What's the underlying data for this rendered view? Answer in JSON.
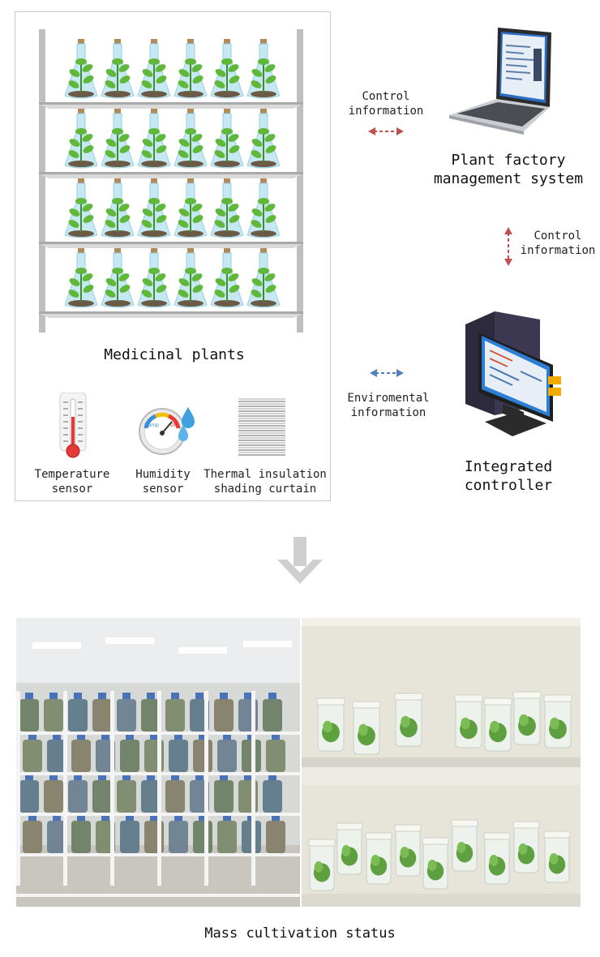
{
  "shelf": {
    "label": "Medicinal plants",
    "rows": 4,
    "flasks_per_row": 6
  },
  "sensors": [
    {
      "label": "Temperature\nsensor",
      "icon": "thermometer-icon"
    },
    {
      "label": "Humidity\nsensor",
      "icon": "humidity-gauge-icon",
      "gauge_left": "Damp",
      "gauge_right": "Dry"
    },
    {
      "label": "Thermal insulation\nshading curtain",
      "icon": "curtain-icon"
    }
  ],
  "system": {
    "laptop_label": "Plant factory\nmanagement system",
    "controller_label": "Integrated controller"
  },
  "arrows": [
    {
      "label": "Control\ninformation",
      "color": "#c0504d"
    },
    {
      "label": "Control\ninformation",
      "color": "#c0504d"
    },
    {
      "label": "Enviromental\ninformation",
      "color": "#4f81bd"
    }
  ],
  "photos_caption": "Mass cultivation status",
  "colors": {
    "red_arrow": "#c0504d",
    "blue_arrow": "#4f81bd",
    "down_arrow": "#cfcfcf"
  }
}
